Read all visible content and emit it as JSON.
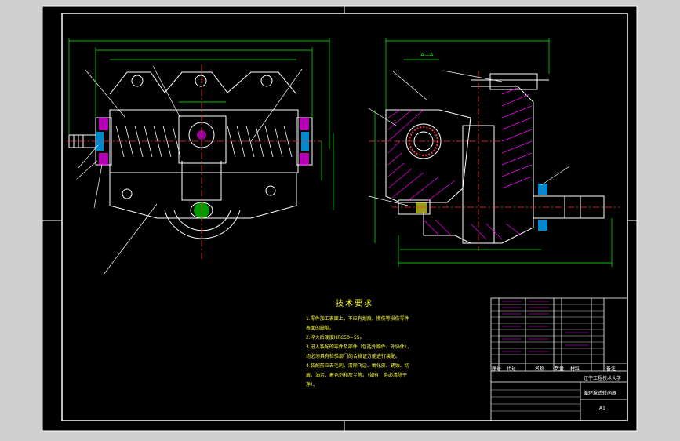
{
  "notes": {
    "title": "技术要求",
    "lines": [
      "1.零件加工表面上，不应有划痕、擦伤等损伤零件表面的缺陷。",
      "2.淬火后硬度HRC50~55。",
      "3.进入装配的零件及部件（包括外购件、外协件），均必须具有检验部门的合格证方能进行装配。",
      "4.装配前应去毛刺，清除飞边、氧化皮、锈蚀、切屑、油污、着色剂和灰尘等。（如有，务必清除干净）。"
    ]
  },
  "title_block": {
    "university": "辽宁工程技术大学",
    "drawing_name": "循环球式转向器",
    "scale": "A1",
    "headers": [
      "序号",
      "代号",
      "名称",
      "数量",
      "材料",
      "备注"
    ]
  },
  "section_label": "A—A",
  "colors": {
    "outline": "#ffffff",
    "dimension": "#00ff00",
    "centerline": "#ff3333",
    "hatch": "#ff00ff",
    "note": "#ffff33"
  }
}
